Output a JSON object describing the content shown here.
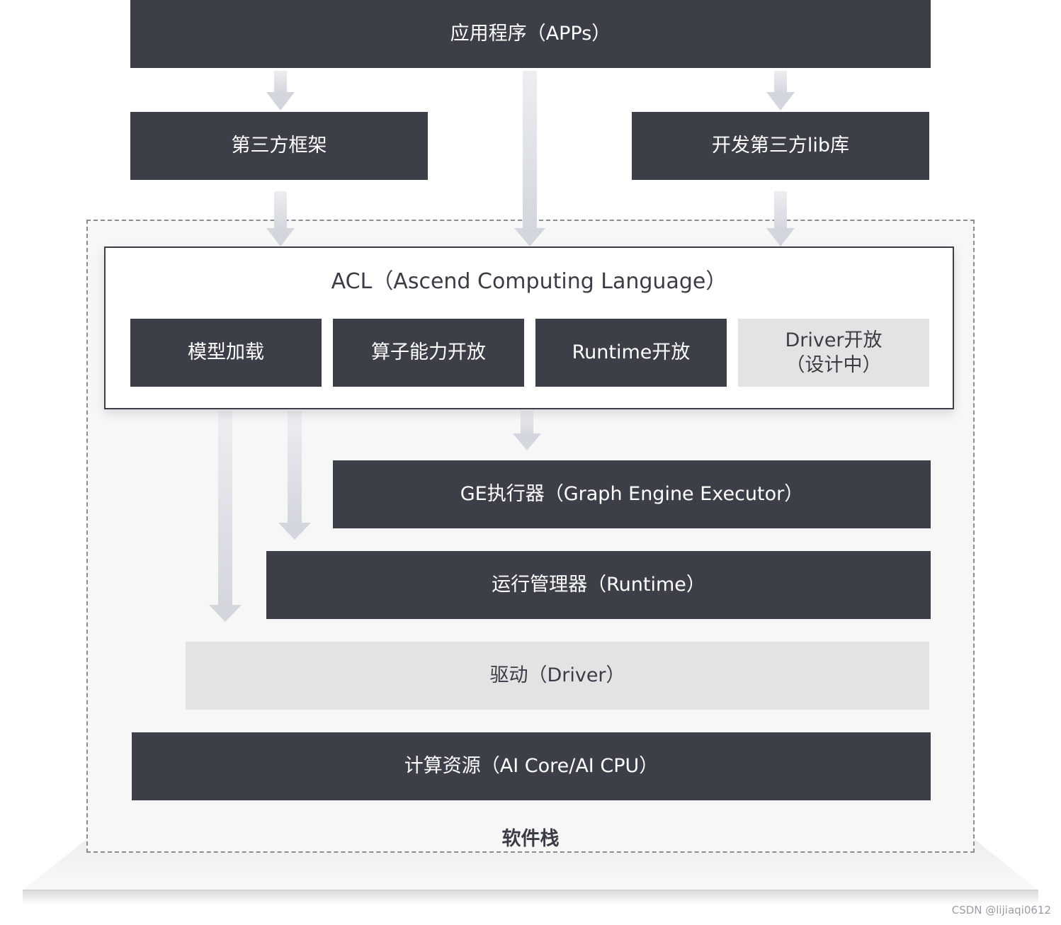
{
  "colors": {
    "dark_box": "#3c3f48",
    "light_box": "#e3e3e4",
    "arrow": "#d9dbe0",
    "dashed_border": "#8a8d93"
  },
  "apps": {
    "label": "应用程序（APPs）"
  },
  "third_party_framework": {
    "label": "第三方框架"
  },
  "third_party_lib": {
    "label": "开发第三方lib库"
  },
  "acl": {
    "title": "ACL（Ascend Computing Language）",
    "modules": [
      {
        "label": "模型加载"
      },
      {
        "label": "算子能力开放"
      },
      {
        "label": "Runtime开放"
      },
      {
        "label": "Driver开放\n（设计中）"
      }
    ]
  },
  "ge_executor": {
    "label": "GE执行器（Graph Engine Executor）"
  },
  "runtime": {
    "label": "运行管理器（Runtime）"
  },
  "driver": {
    "label": "驱动（Driver）"
  },
  "compute": {
    "label": "计算资源（AI Core/AI CPU）"
  },
  "stack_label": "软件栈",
  "watermark": "CSDN @lijiaqi0612"
}
